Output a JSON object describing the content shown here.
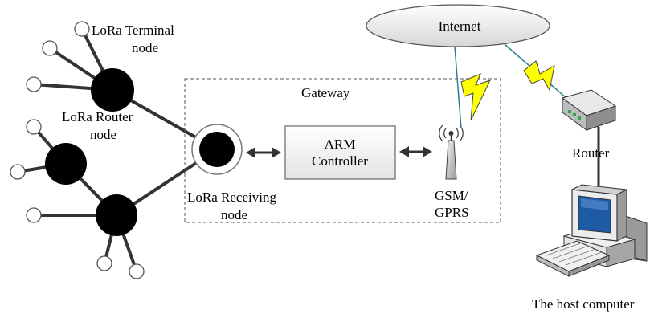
{
  "labels": {
    "terminal_line1": "LoRa Terminal",
    "terminal_line2": "node",
    "router_node_line1": "LoRa Router",
    "router_node_line2": "node",
    "gateway": "Gateway",
    "receiving_line1": "LoRa Receiving",
    "receiving_line2": "node",
    "arm_line1": "ARM",
    "arm_line2": "Controller",
    "gsm_line1": "GSM/",
    "gsm_line2": "GPRS",
    "internet": "Internet",
    "router": "Router",
    "host": "The host computer"
  },
  "colors": {
    "node_fill": "#000000",
    "terminal_fill": "#ffffff",
    "lightning_fill": "#ffff00",
    "link_teal": "#2e7d8c",
    "screen_blue": "#1f5aa6",
    "device_gray": "#bfbfbf"
  },
  "icons": [
    "lightning-bolt-icon",
    "antenna-icon",
    "router-device-icon",
    "desktop-computer-icon",
    "double-arrow-icon"
  ]
}
